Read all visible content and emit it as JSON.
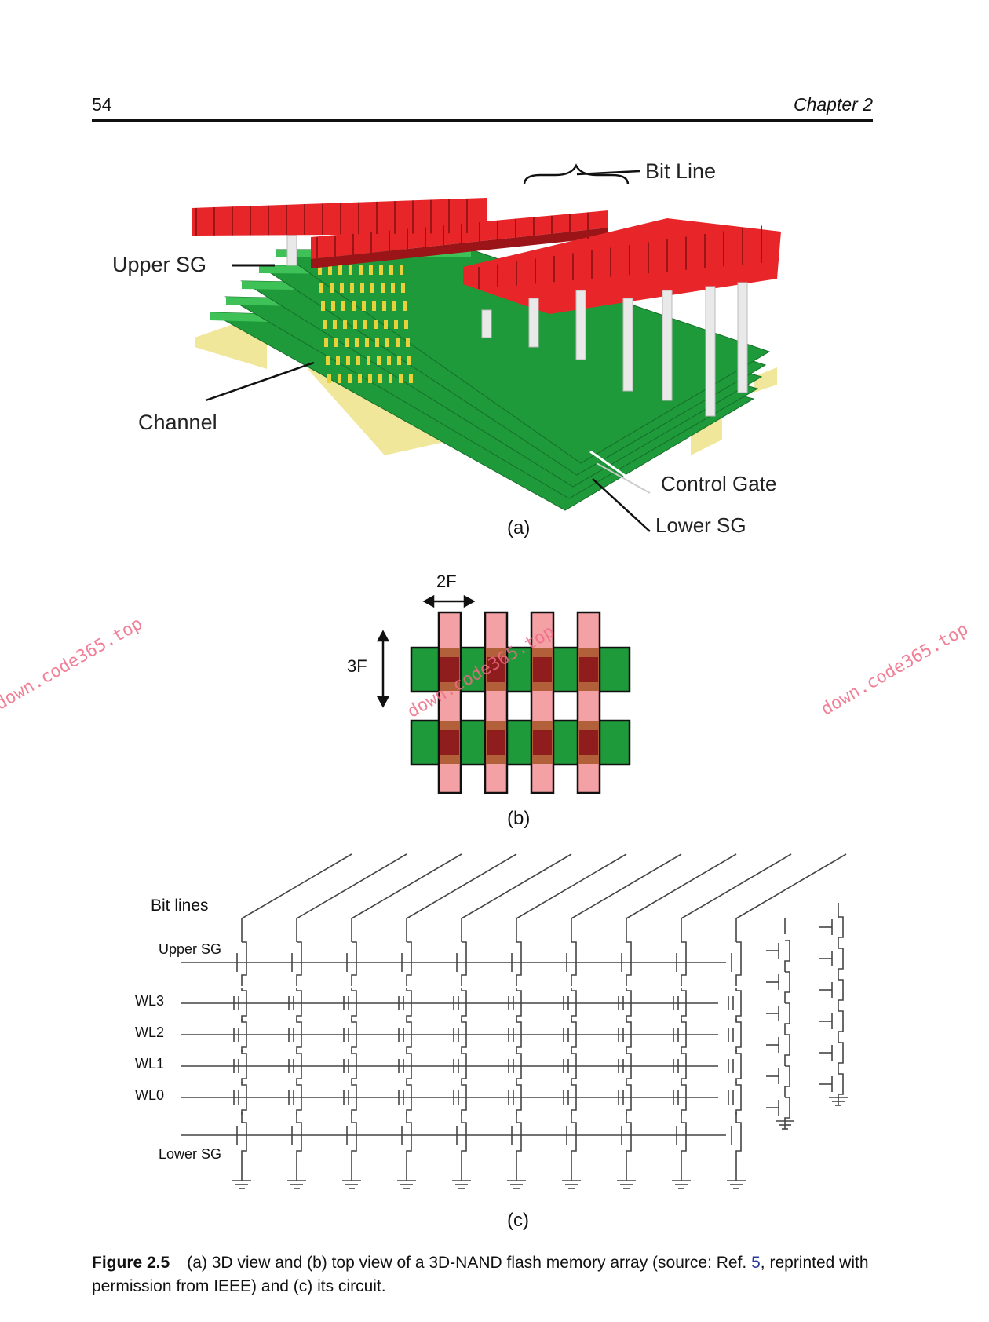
{
  "header": {
    "page_number": "54",
    "running_head": "Chapter 2"
  },
  "figure_a": {
    "labels": {
      "bit_line": "Bit Line",
      "upper_sg": "Upper SG",
      "channel": "Channel",
      "control_gate": "Control Gate",
      "lower_sg": "Lower SG"
    },
    "sub_label": "(a)"
  },
  "figure_b": {
    "dim_horizontal": "2F",
    "dim_vertical": "3F",
    "sub_label": "(b)"
  },
  "figure_c": {
    "bit_lines_label": "Bit lines",
    "upper_sg": "Upper SG",
    "word_lines": [
      "WL3",
      "WL2",
      "WL1",
      "WL0"
    ],
    "lower_sg": "Lower SG",
    "sub_label": "(c)"
  },
  "caption": {
    "figure_number": "Figure 2.5",
    "text_before_ref": "(a) 3D view and (b) top view of a 3D-NAND flash memory array (source: Ref. ",
    "ref_number": "5",
    "text_after_ref": ", reprinted with permission from IEEE) and (c) its circuit."
  },
  "watermarks": [
    "down.code365.top",
    "down.code365.top",
    "down.code365.top"
  ],
  "colors": {
    "bitline_red": "#e8262a",
    "bitline_dark": "#9b1418",
    "layer_green": "#1f9a3a",
    "layer_light": "#3ec257",
    "substrate_yellow": "#f1e79a",
    "pillar": "#e9e9e9",
    "pink": "#f4a1a6",
    "dark_red": "#8f1d1d"
  }
}
